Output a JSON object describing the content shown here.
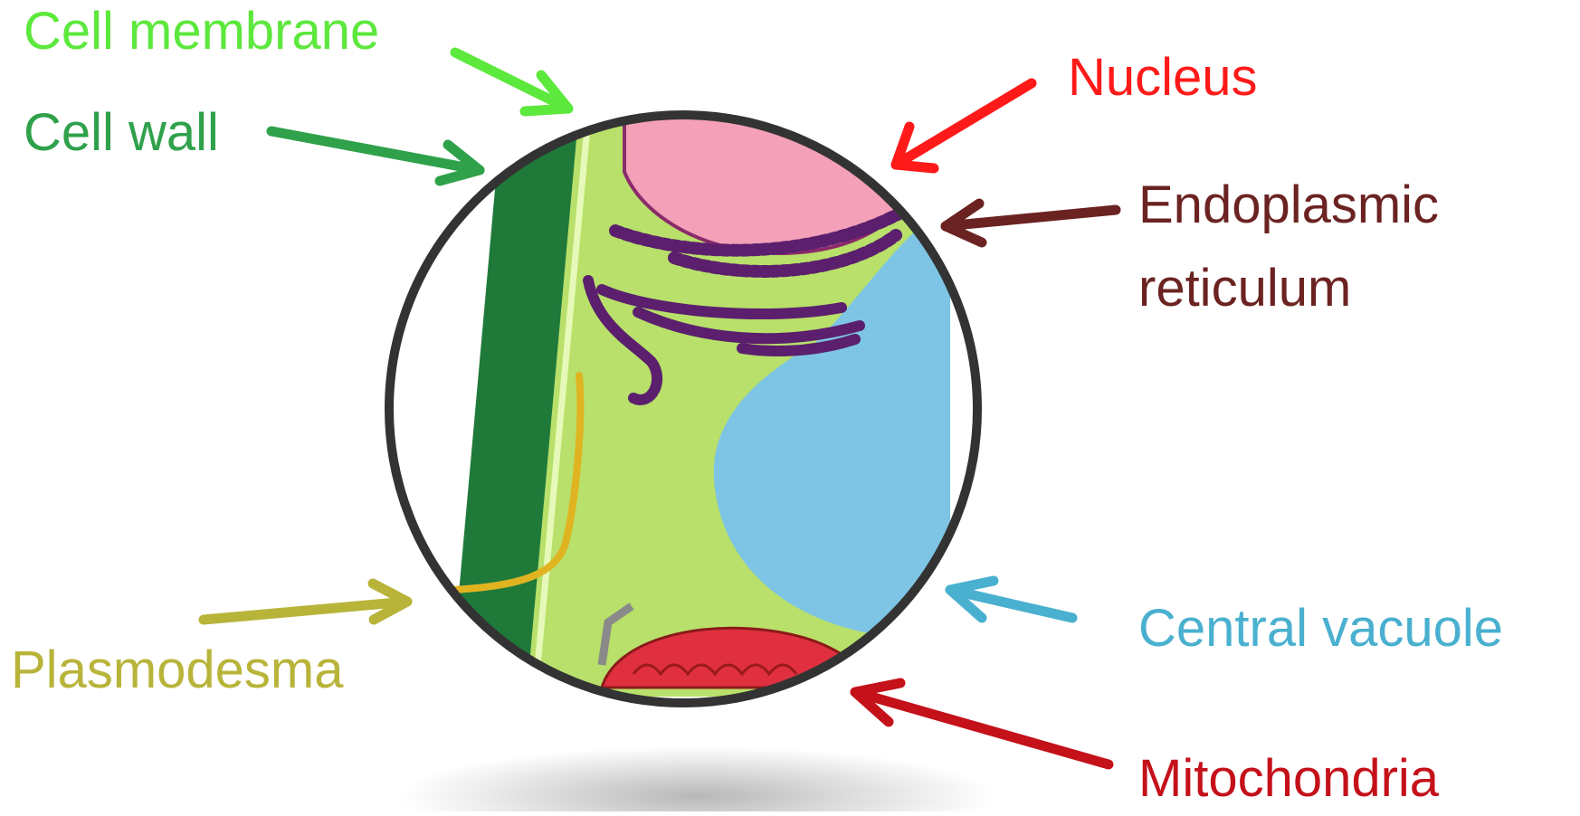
{
  "labels": {
    "cell_membrane": {
      "text": "Cell membrane",
      "color": "#5ce83c"
    },
    "cell_wall": {
      "text": "Cell wall",
      "color": "#2fa14b"
    },
    "plasmodesma": {
      "text": "Plasmodesma",
      "color": "#b8b43a"
    },
    "nucleus": {
      "text": "Nucleus",
      "color": "#ff1a1a"
    },
    "endoplasmic_reticulum": {
      "line1": "Endoplasmic",
      "line2": "reticulum",
      "color": "#6b2322"
    },
    "central_vacuole": {
      "text": "Central vacuole",
      "color": "#4ab0cf"
    },
    "mitochondria": {
      "text": "Mitochondria",
      "color": "#c4111a"
    }
  },
  "colors": {
    "cytoplasm": "#b8e06a",
    "cell_wall_fill": "#1f7a3a",
    "membrane_line": "#d8f5a0",
    "nucleus_fill": "#f3a0b8",
    "er_fill": "#5b1f6e",
    "vacuole_fill": "#7ec4e4",
    "mitochondria_fill": "#e03040",
    "plasmodesma_fill": "#e0b420",
    "circle_outline": "#333333"
  }
}
